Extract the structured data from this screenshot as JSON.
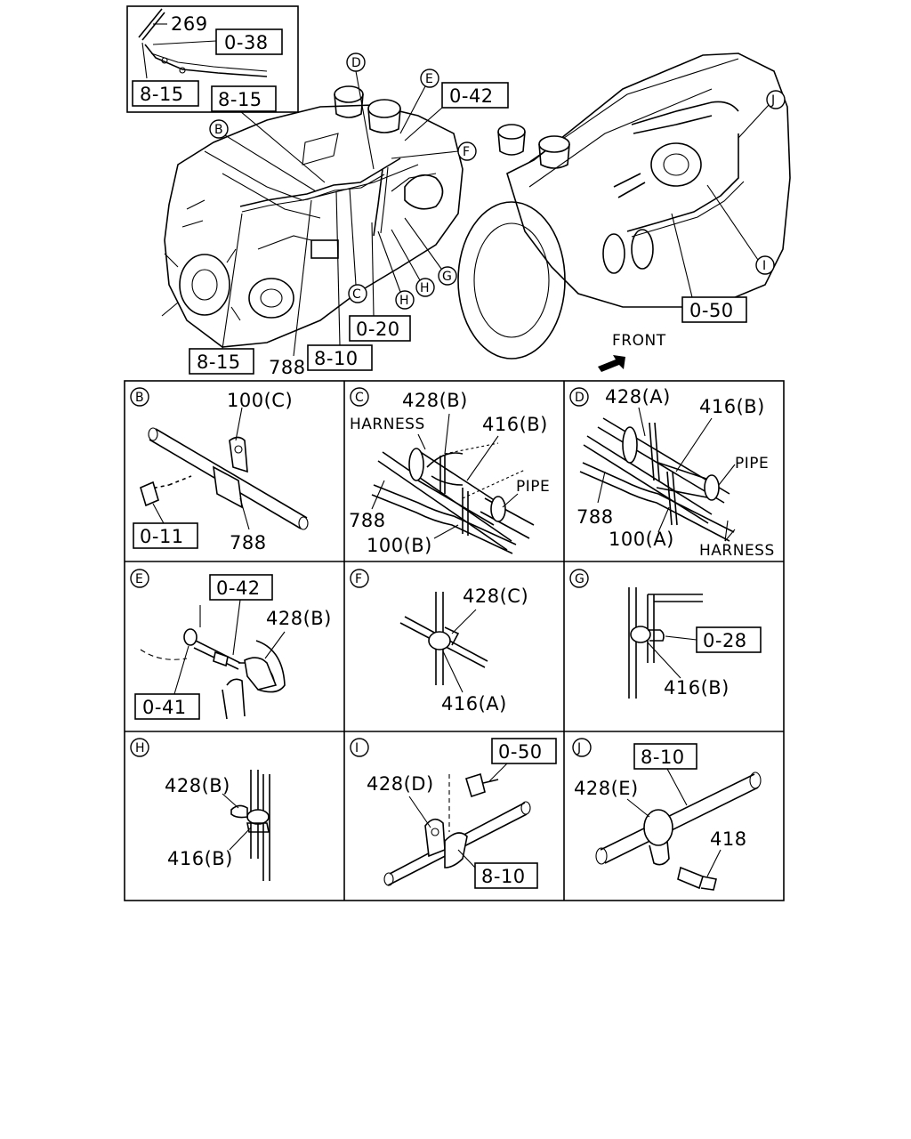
{
  "overview": {
    "inset": {
      "part": "269",
      "ref_top": "0-38",
      "ref_bottom": "8-15"
    },
    "refs": {
      "r815_top": "8-15",
      "r042": "0-42",
      "r020": "0-20",
      "r815_bottom": "8-15",
      "r810": "8-10",
      "r050": "0-50"
    },
    "parts": {
      "p788": "788"
    },
    "front_label": "FRONT",
    "callouts": {
      "B": "B",
      "C": "C",
      "D": "D",
      "E": "E",
      "F": "F",
      "G": "G",
      "H1": "H",
      "H2": "H",
      "I": "I",
      "J": "J"
    }
  },
  "details": {
    "B": {
      "id": "B",
      "labels": {
        "clamp": "100(C)",
        "pipe": "788"
      },
      "ref": "0-11"
    },
    "C": {
      "id": "C",
      "labels": {
        "band": "428(B)",
        "harness": "HARNESS",
        "clip": "416(B)",
        "pipe_word": "PIPE",
        "pipe": "788",
        "clamp": "100(B)"
      }
    },
    "D": {
      "id": "D",
      "labels": {
        "band": "428(A)",
        "clip": "416(B)",
        "pipe_word": "PIPE",
        "pipe": "788",
        "clamp": "100(A)",
        "harness": "HARNESS"
      }
    },
    "E": {
      "id": "E",
      "labels": {
        "band": "428(B)"
      },
      "ref_top": "0-42",
      "ref_bottom": "0-41"
    },
    "F": {
      "id": "F",
      "labels": {
        "band": "428(C)",
        "clip": "416(A)"
      }
    },
    "G": {
      "id": "G",
      "labels": {
        "clip": "416(B)"
      },
      "ref": "0-28"
    },
    "H": {
      "id": "H",
      "labels": {
        "band": "428(B)",
        "clip": "416(B)"
      }
    },
    "I": {
      "id": "I",
      "labels": {
        "band": "428(D)"
      },
      "ref_top": "0-50",
      "ref_bottom": "8-10"
    },
    "J": {
      "id": "J",
      "labels": {
        "band": "428(E)",
        "bolt": "418"
      },
      "ref_top": "8-10"
    }
  },
  "icons": {
    "front_arrow": "front-arrow-icon",
    "engine_left": "engine-drawing-icon",
    "engine_right": "engine-drawing-icon"
  }
}
